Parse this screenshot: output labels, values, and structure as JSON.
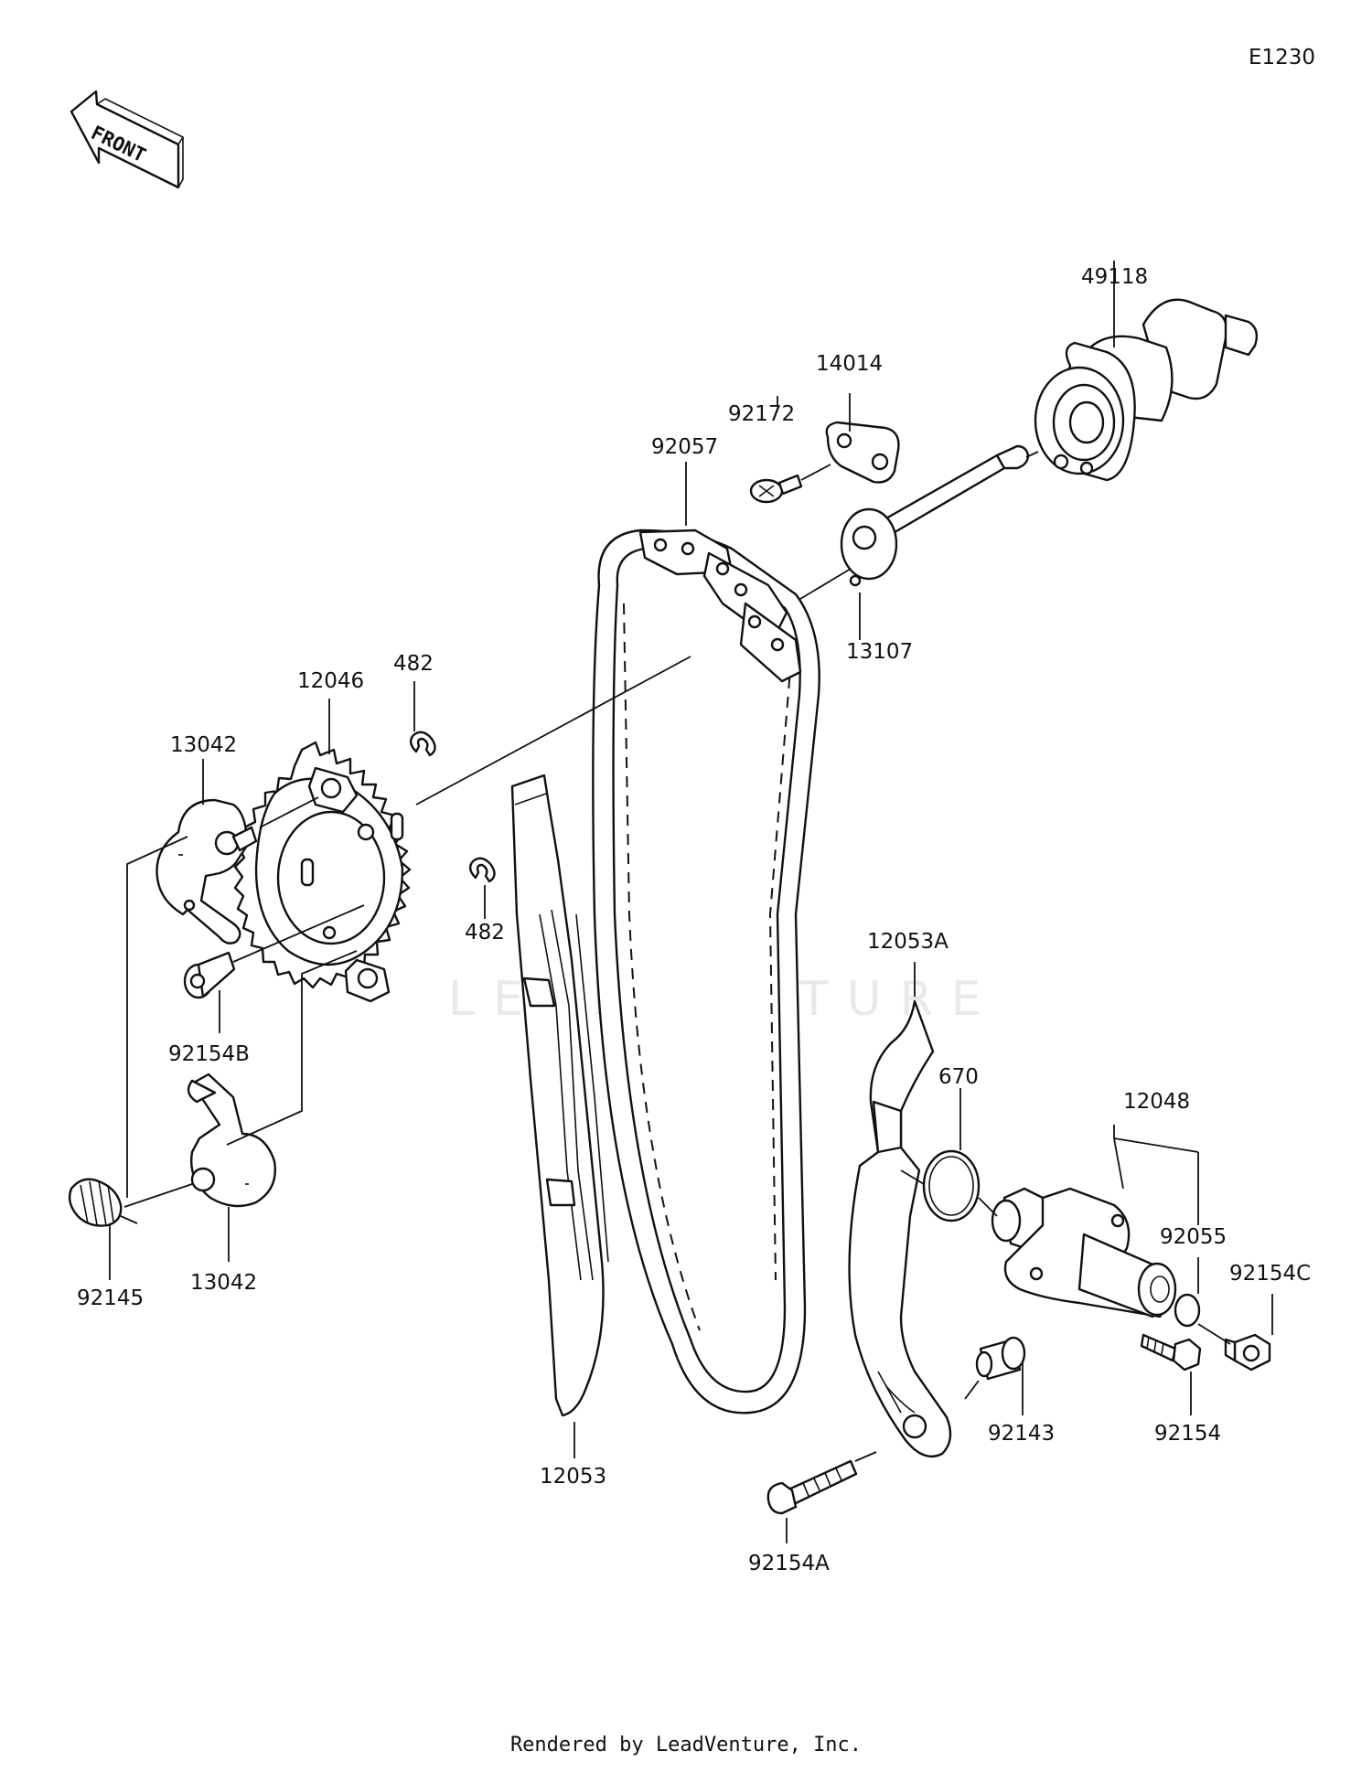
{
  "diagram_code": "E1230",
  "front_label": "FRONT",
  "watermark": "LEADVENTURE",
  "footer": "Rendered by LeadVenture, Inc.",
  "callouts": {
    "p49118": "49118",
    "p14014": "14014",
    "p92172": "92172",
    "p92057": "92057",
    "p13107": "13107",
    "p482_top": "482",
    "p12046": "12046",
    "p13042_top": "13042",
    "p482_bottom": "482",
    "p92154B": "92154B",
    "p12053A": "12053A",
    "p670": "670",
    "p12048": "12048",
    "p92055": "92055",
    "p92154C": "92154C",
    "p92145": "92145",
    "p13042_bottom": "13042",
    "p92143": "92143",
    "p92154": "92154",
    "p12053": "12053",
    "p92154A": "92154A"
  }
}
